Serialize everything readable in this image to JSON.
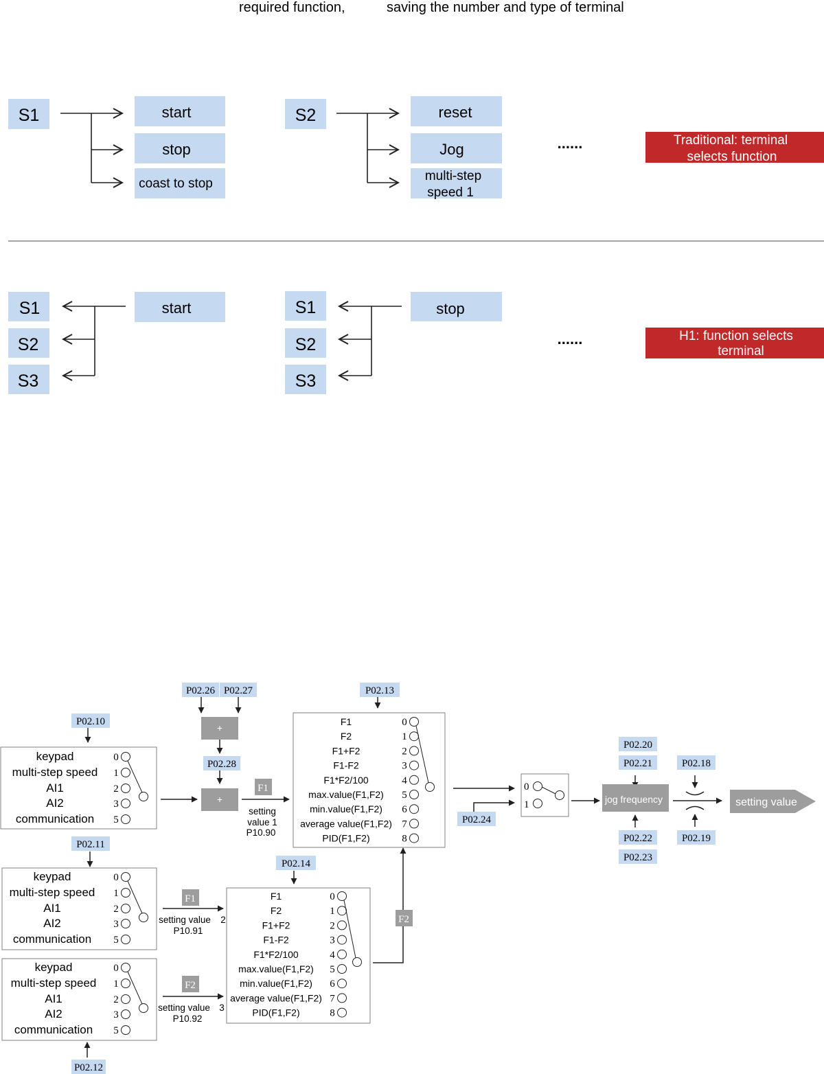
{
  "header": {
    "left": "required function,",
    "right": "saving the number and type of terminal"
  },
  "traditional": {
    "group1": {
      "terminal": "S1",
      "functions": [
        "start",
        "stop",
        "coast to stop"
      ]
    },
    "group2": {
      "terminal": "S2",
      "functions": [
        "reset",
        "Jog",
        "multi-step",
        "speed 1"
      ]
    },
    "ellipsis": "......",
    "banner": [
      "Traditional: terminal",
      "selects function"
    ]
  },
  "h1": {
    "group1": {
      "function": "start",
      "terminals": [
        "S1",
        "S2",
        "S3"
      ]
    },
    "group2": {
      "function": "stop",
      "terminals": [
        "S1",
        "S2",
        "S3"
      ]
    },
    "ellipsis": "......",
    "banner": [
      "H1: function selects",
      "terminal"
    ]
  },
  "block_diagram": {
    "params": {
      "p0210": "P02.10",
      "p0211": "P02.11",
      "p0212": "P02.12",
      "p0213": "P02.13",
      "p0214": "P02.14",
      "p0218": "P02.18",
      "p0219": "P02.19",
      "p0220": "P02.20",
      "p0221": "P02.21",
      "p0222": "P02.22",
      "p0223": "P02.23",
      "p0224": "P02.24",
      "p0226": "P02.26",
      "p0227": "P02.27",
      "p0228": "P02.28"
    },
    "sources": {
      "labels": [
        "keypad",
        "multi-step speed",
        "AI1",
        "AI2",
        "communication"
      ],
      "indices": [
        "0",
        "1",
        "2",
        "3",
        "5"
      ]
    },
    "ops": {
      "labels": [
        "F1",
        "F2",
        "F1+F2",
        "F1-F2",
        "F1*F2/100",
        "max.value(F1,F2)",
        "min.value(F1,F2)",
        "average value(F1,F2)",
        "PID(F1,F2)"
      ],
      "indices": [
        "0",
        "1",
        "2",
        "3",
        "4",
        "5",
        "6",
        "7",
        "8"
      ]
    },
    "plus": "+",
    "f1": "F1",
    "f2": "F2",
    "setting1": [
      "setting",
      "value 1",
      "P10.90"
    ],
    "setting2": [
      "setting value",
      "2",
      "P10.91"
    ],
    "setting3": [
      "setting value",
      "3",
      "P10.92"
    ],
    "sw_indices": [
      "0",
      "1"
    ],
    "jog": "jog frequency",
    "output": "setting value"
  },
  "colors": {
    "light_blue": "#c5d9f1",
    "dark_red": "#c0282a",
    "gray": "#9d9d9d",
    "line": "#231f20"
  }
}
